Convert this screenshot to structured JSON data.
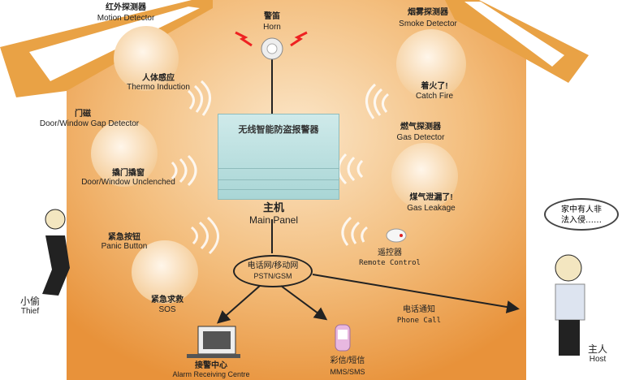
{
  "main_panel": {
    "device_label": "无线智能防盗报警器",
    "label_cn": "主机",
    "label_en": "Main Panel"
  },
  "horn": {
    "label_cn": "警笛",
    "label_en": "Horn"
  },
  "motion_detector": {
    "label_cn": "红外探测器",
    "label_en": "Motion Detector",
    "caption_cn": "人体感应",
    "caption_en": "Thermo Induction"
  },
  "door_detector": {
    "label_cn": "门磁",
    "label_en": "Door/Window Gap Detector",
    "caption_cn": "撬门撬窗",
    "caption_en": "Door/Window Unclenched"
  },
  "panic_button": {
    "label_cn": "紧急按钮",
    "label_en": "Panic Button",
    "caption_cn": "紧急求救",
    "caption_en": "SOS"
  },
  "smoke_detector": {
    "label_cn": "烟雾探测器",
    "label_en": "Smoke Detector",
    "caption_cn": "着火了!",
    "caption_en": "Catch Fire"
  },
  "gas_detector": {
    "label_cn": "燃气探测器",
    "label_en": "Gas Detector",
    "caption_cn": "煤气泄漏了!",
    "caption_en": "Gas Leakage"
  },
  "remote": {
    "label_cn": "遥控器",
    "label_en": "Remote Control"
  },
  "network": {
    "label_cn": "电话网/移动网",
    "label_en": "PSTN/GSM"
  },
  "alarm_centre": {
    "label_cn": "接警中心",
    "label_en": "Alarm Receiving Centre"
  },
  "mms": {
    "label_cn": "彩信/短信",
    "label_en": "MMS/SMS"
  },
  "phone_call": {
    "label_cn": "电话通知",
    "label_en": "Phone Call"
  },
  "thief": {
    "label_cn": "小偷",
    "label_en": "Thief"
  },
  "host": {
    "label_cn": "主人",
    "label_en": "Host",
    "speech_line1": "家中有人非",
    "speech_line2": "法入侵……"
  },
  "colors": {
    "house": "#eea14f",
    "roof_beam": "#e8a040",
    "panel": "#bfe2e2"
  }
}
